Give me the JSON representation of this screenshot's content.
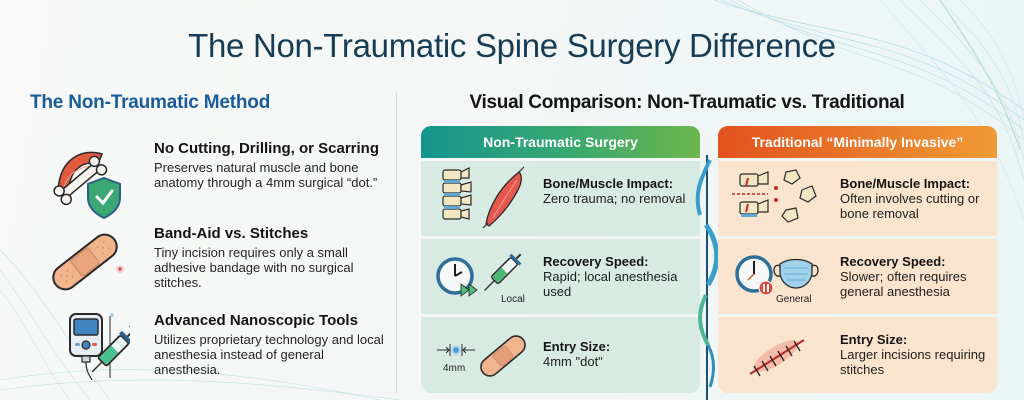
{
  "page": {
    "title": "The Non-Traumatic Spine Surgery Difference"
  },
  "left_panel": {
    "title": "The Non-Traumatic Method",
    "features": [
      {
        "icon": "bone-muscle-shield-icon",
        "title": "No Cutting, Drilling, or Scarring",
        "description": "Preserves natural muscle and bone anatomy through a 4mm surgical “dot.”"
      },
      {
        "icon": "bandage-icon",
        "title": "Band-Aid vs. Stitches",
        "description": "Tiny incision requires only a small adhesive bandage with no surgical stitches."
      },
      {
        "icon": "monitor-syringe-icon",
        "title": "Advanced Nanoscopic Tools",
        "description": "Utilizes proprietary technology and local anesthesia instead of general anesthesia."
      }
    ]
  },
  "comparison": {
    "title": "Visual Comparison: Non-Traumatic vs. Traditional",
    "columns": [
      {
        "header": "Non-Traumatic Surgery",
        "accent": "#14958e",
        "rows": [
          {
            "icon": "healthy-spine-muscle-icon",
            "title": "Bone/Muscle Impact:",
            "text": "Zero trauma; no removal"
          },
          {
            "icon": "fast-clock-syringe-icon",
            "icon_label": "Local",
            "title": "Recovery Speed:",
            "text": "Rapid; local anesthesia used"
          },
          {
            "icon": "dot-bandage-icon",
            "icon_label": "4mm",
            "title": "Entry Size:",
            "text": "4mm \"dot\""
          }
        ]
      },
      {
        "header": "Traditional “Minimally Invasive”",
        "accent": "#e2521f",
        "rows": [
          {
            "icon": "damaged-spine-icon",
            "title": "Bone/Muscle Impact:",
            "text": "Often involves cutting or bone removal"
          },
          {
            "icon": "slow-clock-mask-icon",
            "icon_label": "General",
            "title": "Recovery Speed:",
            "text": "Slower; often requires general anesthesia"
          },
          {
            "icon": "stitched-incision-icon",
            "title": "Entry Size:",
            "text": "Larger incisions requiring stitches"
          }
        ]
      }
    ]
  },
  "colors": {
    "title": "#173d55",
    "left_title": "#1a5c99",
    "green_row": "#d7ebe2",
    "orange_row": "#fbe4cd"
  }
}
